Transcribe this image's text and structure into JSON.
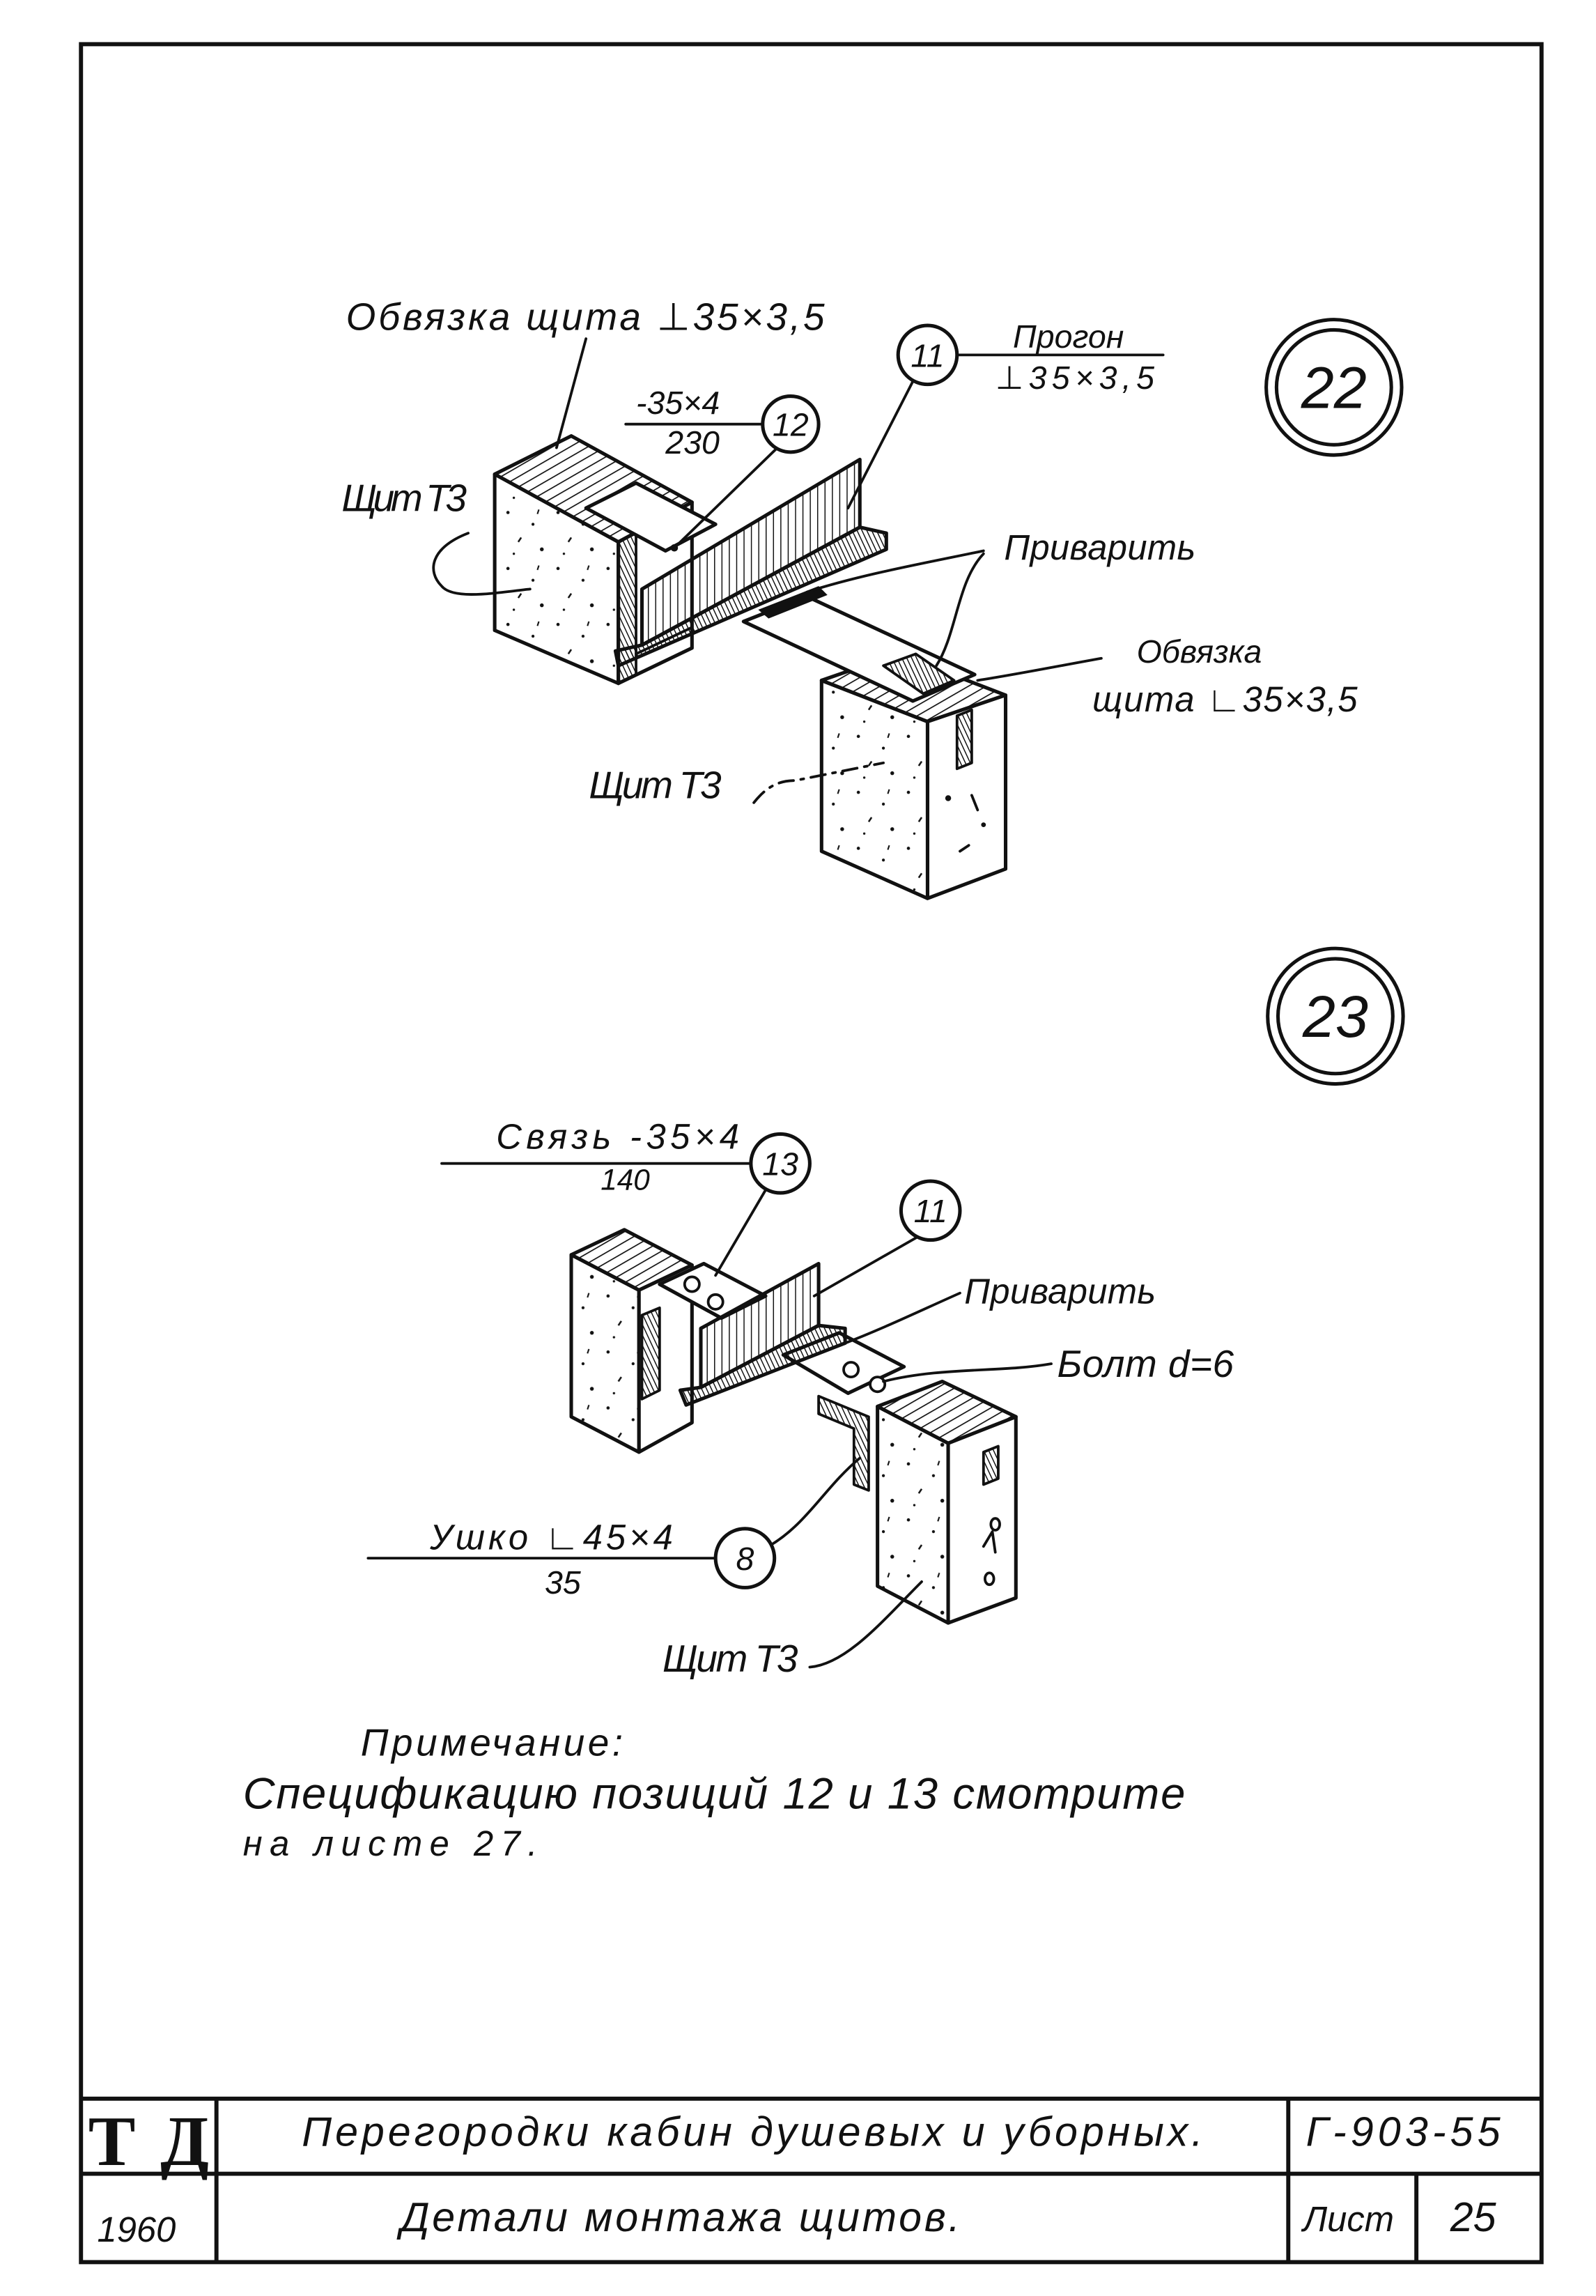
{
  "colors": {
    "ink": "#111111",
    "paper": "#ffffff"
  },
  "detail_22": {
    "number": "22",
    "frame_label": "Обвязка щита ⊥35×3,5",
    "plate_spec": "-35×4",
    "plate_length": "230",
    "plate_pos": "12",
    "panel_left": "Щит Т3",
    "purlin_pos": "11",
    "purlin_name": "Прогон",
    "purlin_spec": "⊥35×3,5",
    "weld_label": "Приварить",
    "frame_right_line1": "Обвязка",
    "frame_right_line2": "щита ∟35×3,5",
    "panel_right": "Щит Т3"
  },
  "detail_23": {
    "number": "23",
    "tie_spec": "Связь -35×4",
    "tie_length": "140",
    "tie_pos": "13",
    "purlin_pos": "11",
    "weld_label": "Приварить",
    "bolt_label": "Болт d=6",
    "lug_spec": "Ушко ∟45×4",
    "lug_length": "35",
    "lug_pos": "8",
    "panel_label": "Щит Т3"
  },
  "note": {
    "heading": "Примечание:",
    "lines": [
      "Спецификацию позиций 12 и 13 смотрите",
      "на листе 27."
    ]
  },
  "title_block": {
    "stamp": "ТД",
    "year": "1960",
    "project": "Перегородки кабин душевых и уборных.",
    "series": "Г-903-55",
    "sheet_title": "Детали монтажа щитов.",
    "sheet_label": "Лист",
    "sheet_number": "25"
  }
}
